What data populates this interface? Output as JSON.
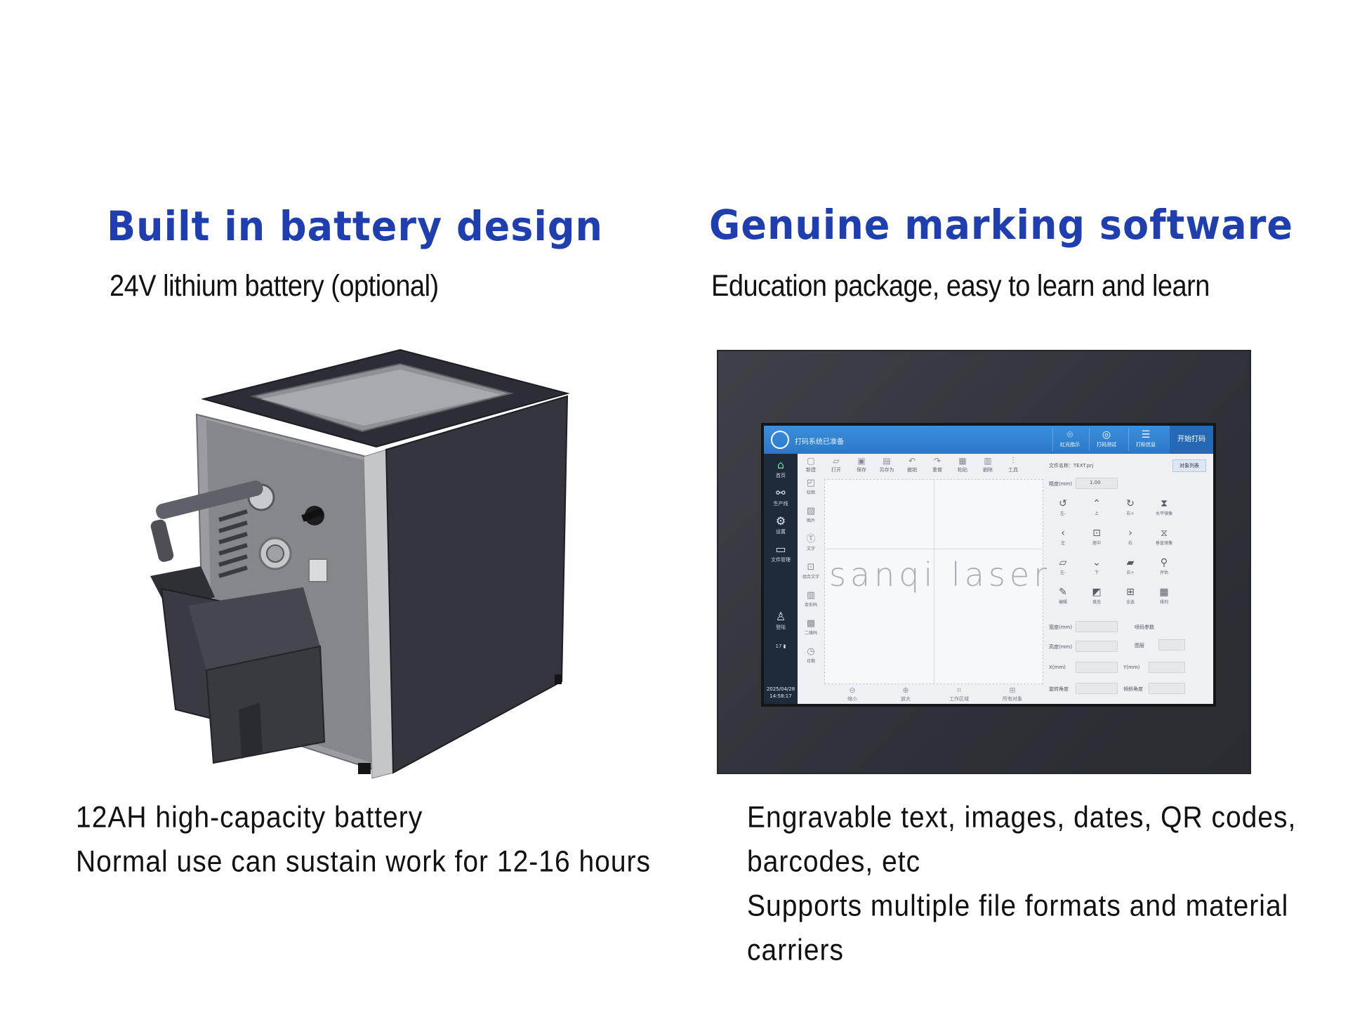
{
  "left": {
    "heading": "Built in battery design",
    "subheading": "24V lithium battery (optional)",
    "caption": [
      "12AH high-capacity battery",
      "Normal use can sustain work for 12-16 hours"
    ]
  },
  "right": {
    "heading": "Genuine marking software",
    "subheading": "Education package, easy to learn and learn",
    "caption": [
      "Engravable text, images, dates, QR codes,",
      "barcodes, etc",
      "Supports multiple file formats and material",
      "carriers"
    ]
  },
  "colors": {
    "heading": "#1f3fb0",
    "body_text": "#111111",
    "screen_topbar": "#2c78c9"
  },
  "screen": {
    "sample_text": "sanqi laser",
    "clock_date": "2025/04/28",
    "clock_time": "14:58:17",
    "battery_level": "17",
    "topbar_title": "打码系统已准备",
    "start_label": "开始打码",
    "file_label": "文件名称：TEXT.prj",
    "object_list_label": "对象列表",
    "topbar_buttons": [
      "红光指示",
      "打码测试",
      "打标信息"
    ],
    "sidebar_items": [
      "首页",
      "生产线",
      "设置",
      "文件管理",
      "登陆"
    ],
    "toolbar": [
      "新建",
      "打开",
      "保存",
      "另存为",
      "撤销",
      "重做",
      "粘贴",
      "删除",
      "工具"
    ],
    "left_tools": [
      "绘图",
      "图片",
      "文字",
      "组合文字",
      "条形码",
      "二维码",
      "日期"
    ],
    "bottom_buttons": [
      "缩小",
      "放大",
      "工作区域",
      "所有对象"
    ],
    "panel_labels": [
      "精度(mm)",
      "宽度(mm)",
      "高度(mm)",
      "X(mm)",
      "Y(mm)",
      "旋转角度",
      "倾斜角度",
      "喷码参数",
      "图层"
    ],
    "precision_value": "1.00",
    "grid_labels": [
      "左-",
      "上",
      "右+",
      "水平镜像",
      "左",
      "居中",
      "右",
      "垂直镜像",
      "左-",
      "下",
      "右+",
      "评估",
      "编辑",
      "填充",
      "全选",
      "排列"
    ]
  }
}
